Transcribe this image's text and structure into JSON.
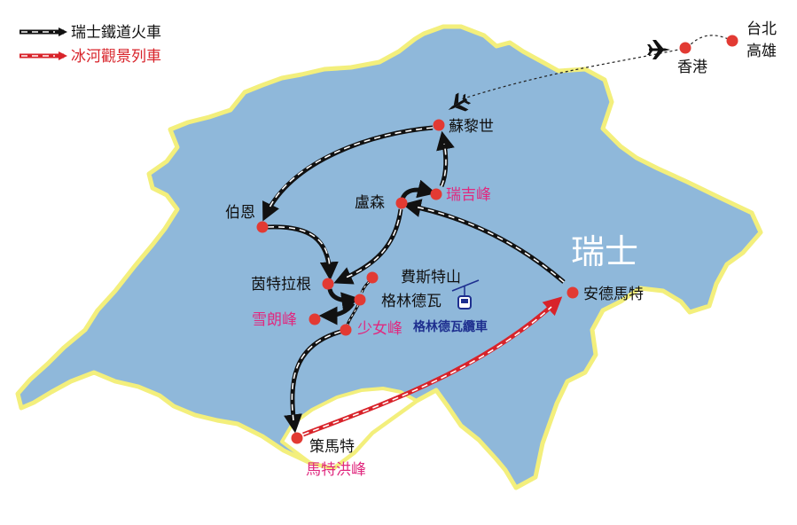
{
  "legend": {
    "rail": "瑞士鐵道火車",
    "glacier": "冰河觀景列車"
  },
  "country": "瑞士",
  "cable_car": "格林德瓦纜車",
  "places": {
    "taipei": "台北",
    "kaohsiung": "高雄",
    "hongkong": "香港",
    "zurich": "蘇黎世",
    "rigi": "瑞吉峰",
    "lucerne": "盧森",
    "bern": "伯恩",
    "interlaken": "茵特拉根",
    "first": "費斯特山",
    "grindelwald": "格林德瓦",
    "schilthorn": "雪朗峰",
    "jungfrau": "少女峰",
    "andermatt": "安德馬特",
    "zermatt": "策馬特",
    "matterhorn": "馬特洪峰"
  },
  "colors": {
    "land": "#8fb8da",
    "border": "#f3ef7c",
    "rail": "#111111",
    "glacier": "#d8232a",
    "city_dot": "#e23a33",
    "pink_label": "#e0297f",
    "blue_label": "#1e2f8f"
  },
  "icons": {
    "airplane": "airplane-icon",
    "cable_car": "cable-car-icon"
  }
}
